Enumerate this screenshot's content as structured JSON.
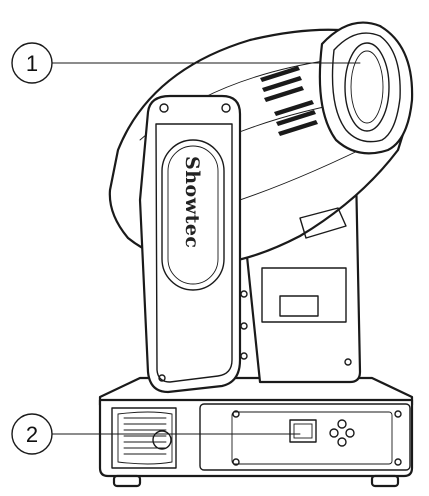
{
  "callouts": [
    {
      "number": "1"
    },
    {
      "number": "2"
    }
  ],
  "brand_logo": "Showtec"
}
